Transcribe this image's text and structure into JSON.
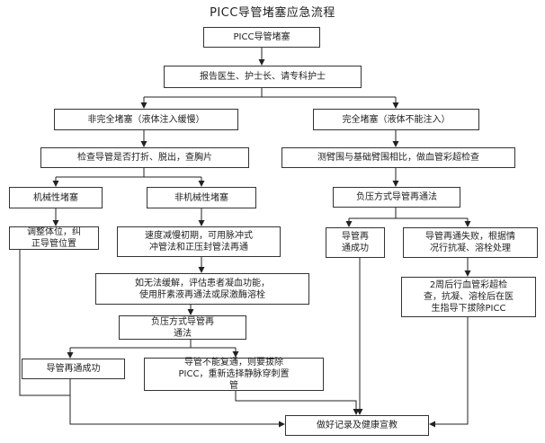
{
  "title": "PICC导管堵塞应急流程",
  "nodes": {
    "n1": "PICC导管堵塞",
    "n2": "报告医生、护士长、请专科护士",
    "n3": "非完全堵塞（液体注入缓慢）",
    "n4": "完全堵塞（液体不能注入）",
    "n5": "检查导管是否打折、脱出，查胸片",
    "n6": "测臂围与基础臂围相比，做血管彩超检查",
    "n7": "机械性堵塞",
    "n8": "非机械性堵塞",
    "n9": "负压方式导管再通法",
    "n10": "调整体位，纠\n正导管位置",
    "n11": "速度减慢初期，可用脉冲式\n冲管法和正压封管法再通",
    "n12": "导管再\n通成功",
    "n13": "导管再通失败，根据情\n况行抗凝、溶栓处理",
    "n14": "如无法缓解，评估患者凝血功能，\n使用肝素液再通法或尿激酶溶栓",
    "n15": "2周后行血管彩超检\n查，抗凝、溶栓后在医\n生指导下拔除PICC",
    "n16": "负压方式导管再\n通法",
    "n17": "导管再通成功",
    "n18": "导管不能复通，则要拔除\nPICC，重新选择静脉穿刺置\n管",
    "n19": "做好记录及健康宣教"
  }
}
